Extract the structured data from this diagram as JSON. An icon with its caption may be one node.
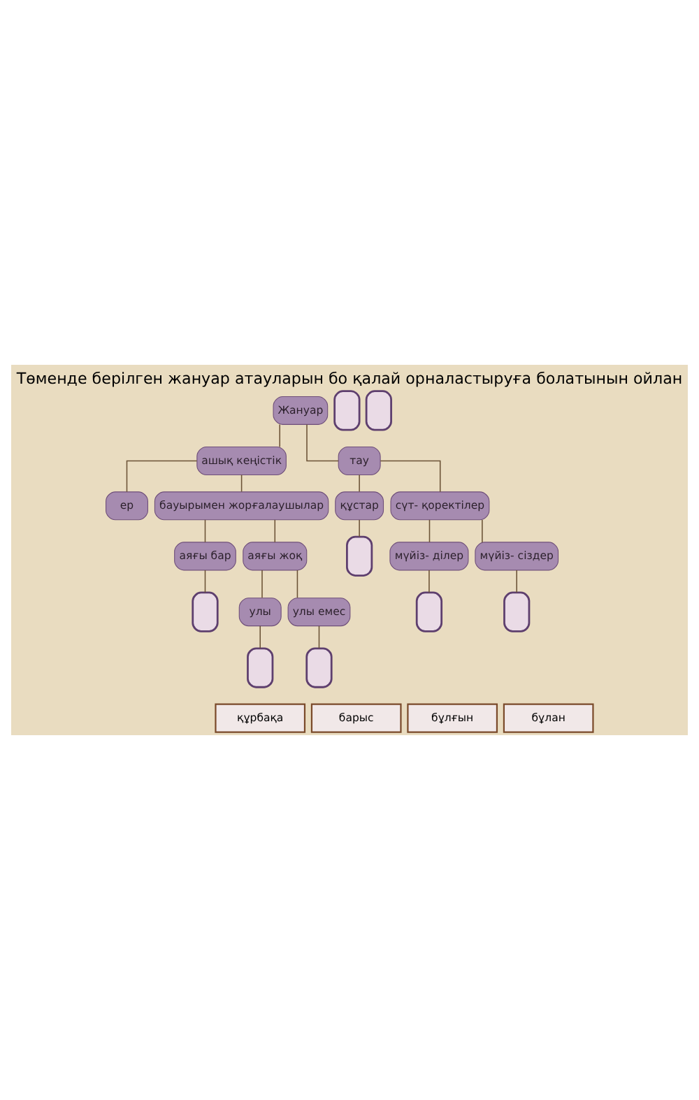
{
  "diagram": {
    "title": "Төменде берілген жануар атауларын бо қалай орналастыруға болатынын ойлан",
    "nodes": [
      {
        "text": [
          "Жануар"
        ]
      },
      {
        "text": [
          "ашық кеңістік"
        ]
      },
      {
        "text": [
          "тау"
        ]
      },
      {
        "text": [
          "ер"
        ]
      },
      {
        "text": [
          "бауырымен жорғалаушылар"
        ]
      },
      {
        "text": [
          "құстар"
        ]
      },
      {
        "text": [
          "сүт- қоректілер"
        ]
      },
      {
        "text": [],
        "shape": "box"
      },
      {
        "text": [
          "аяғы бар"
        ]
      },
      {
        "text": [
          "аяғы жоқ"
        ]
      },
      {
        "text": [],
        "shape": "box"
      },
      {
        "text": [
          "мүйіз- ділер"
        ]
      },
      {
        "text": [
          "мүйіз- сіздер"
        ]
      },
      {
        "text": [],
        "shape": "box"
      },
      {
        "text": [],
        "shape": "box"
      },
      {
        "text": [
          "улы"
        ]
      },
      {
        "text": [
          "улы емес"
        ]
      },
      {
        "text": [],
        "shape": "box"
      },
      {
        "text": [],
        "shape": "box"
      },
      {
        "text": [],
        "shape": "box"
      },
      {
        "text": [],
        "shape": "box"
      },
      {
        "text": [
          "құрбақа"
        ]
      },
      {
        "text": [
          "барыс"
        ]
      },
      {
        "text": [
          "бұлғын"
        ]
      },
      {
        "text": [
          "бұлан"
        ]
      }
    ],
    "edges": [
      {
        "from": 0,
        "to": 1,
        "arrow": "none"
      },
      {
        "from": 0,
        "to": 2,
        "arrow": "none"
      },
      {
        "from": 1,
        "to": 3,
        "arrow": "none"
      },
      {
        "from": 1,
        "to": 4,
        "arrow": "none"
      },
      {
        "from": 2,
        "to": 5,
        "arrow": "none"
      },
      {
        "from": 2,
        "to": 6,
        "arrow": "none"
      },
      {
        "from": 4,
        "to": 8,
        "arrow": "none"
      },
      {
        "from": 4,
        "to": 9,
        "arrow": "none"
      },
      {
        "from": 5,
        "to": 10,
        "arrow": "none"
      },
      {
        "from": 6,
        "to": 11,
        "arrow": "none"
      },
      {
        "from": 6,
        "to": 12,
        "arrow": "none"
      },
      {
        "from": 8,
        "to": 14,
        "arrow": "none"
      },
      {
        "from": 9,
        "to": 15,
        "arrow": "none"
      },
      {
        "from": 9,
        "to": 16,
        "arrow": "none"
      },
      {
        "from": 11,
        "to": 17,
        "arrow": "none"
      },
      {
        "from": 12,
        "to": 18,
        "arrow": "none"
      },
      {
        "from": 15,
        "to": 19,
        "arrow": "none"
      },
      {
        "from": 16,
        "to": 20,
        "arrow": "none"
      }
    ]
  }
}
